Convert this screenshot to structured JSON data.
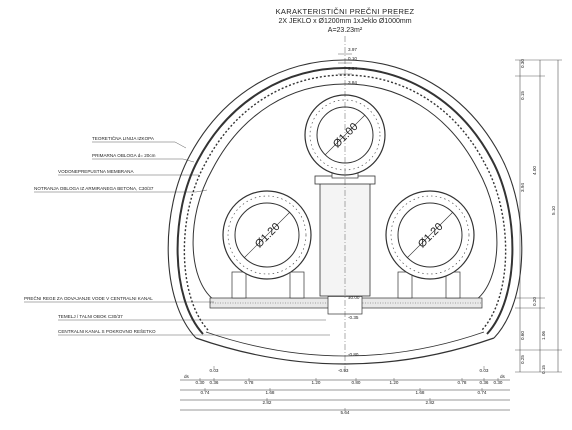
{
  "title": {
    "line1": "KARAKTERISTIČNI PREČNI PREREZ",
    "line2": "2X JEKLO x Ø1200mm 1xJeklo Ø1000mm",
    "line3": "A=23.23m²"
  },
  "pipes": {
    "top": "Ø1.00",
    "left": "Ø1.20",
    "right": "Ø1.20"
  },
  "labels": {
    "theoretical_line": "TEORETIČNA LINIJA IZKOPA",
    "primary_lining": "PRIMARNA OBLOGA d= 20cm",
    "membrane": "VODONEPREPUSTNA MEMBRANA",
    "inner_lining": "NOTRANJA OBLOGA IZ ARMIRANEGA BETONA, C30/37",
    "cross_drain": "PREČNI REGE ZA ODVAJANJE VODE V CENTRALNI KANAL",
    "floor_slab": "TEMELJ / TALNI OBOK C30/37",
    "central_channel": "CENTRALNI KANAL S POKROVNO REŠETKO"
  },
  "top_dims": {
    "d1": "3.97",
    "d2": "0.10",
    "d3": "3.84",
    "d4": "3.84"
  },
  "center_marks": {
    "m0": "±0.00",
    "m1": "-0.35",
    "m2": "-0.80",
    "m3": "-0.93"
  },
  "right_dims": {
    "r1": "0.30",
    "r2": "0.15",
    "r3": "4.00",
    "r4": "3.94",
    "r5": "5.10",
    "r6": "0.20",
    "r7": "0.60",
    "r8": "1.06",
    "r9": "0.25",
    "r10": "0.15"
  },
  "bottom_dims": {
    "row1": [
      "0.03",
      "0.03"
    ],
    "row2": [
      "0.30",
      "0.36",
      "0.78",
      "1.20",
      "0.80",
      "1.20",
      "0.78",
      "0.36",
      "0.30"
    ],
    "row3": [
      "0.74",
      "1.68",
      "1.68",
      "0.74"
    ],
    "row4": [
      "2.82",
      "2.82"
    ],
    "row5": [
      "5.64"
    ],
    "sec_left": "ds",
    "sec_right": "ds"
  }
}
